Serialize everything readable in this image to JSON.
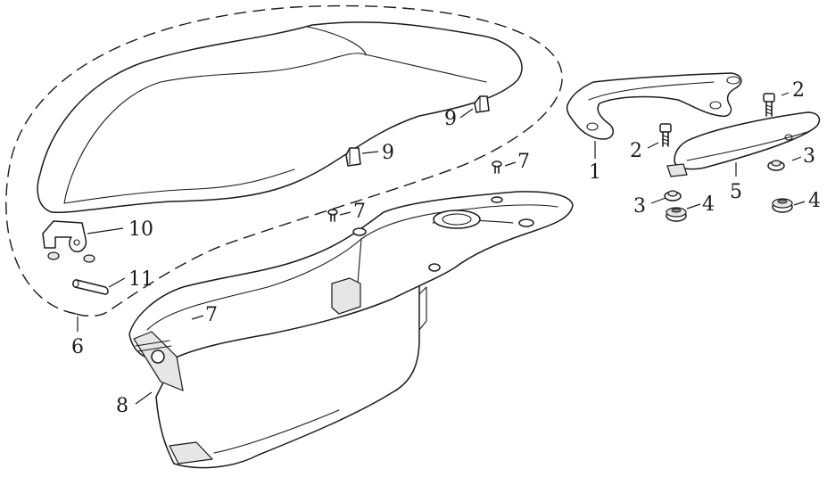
{
  "diagram": {
    "callouts": [
      {
        "id": "1",
        "text": "1"
      },
      {
        "id": "2a",
        "text": "2"
      },
      {
        "id": "2b",
        "text": "2"
      },
      {
        "id": "3a",
        "text": "3"
      },
      {
        "id": "3b",
        "text": "3"
      },
      {
        "id": "4a",
        "text": "4"
      },
      {
        "id": "4b",
        "text": "4"
      },
      {
        "id": "5",
        "text": "5"
      },
      {
        "id": "6",
        "text": "6"
      },
      {
        "id": "7a",
        "text": "7"
      },
      {
        "id": "7b",
        "text": "7"
      },
      {
        "id": "7c",
        "text": "7"
      },
      {
        "id": "8",
        "text": "8"
      },
      {
        "id": "9a",
        "text": "9"
      },
      {
        "id": "9b",
        "text": "9"
      },
      {
        "id": "10",
        "text": "10"
      },
      {
        "id": "11",
        "text": "11"
      }
    ]
  }
}
